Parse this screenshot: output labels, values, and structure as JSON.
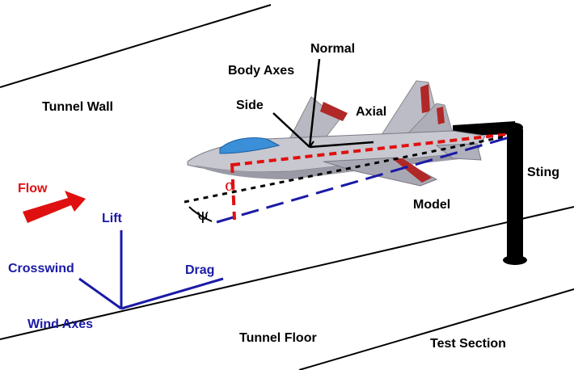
{
  "labels": {
    "tunnel_wall": "Tunnel  Wall",
    "tunnel_floor": "Tunnel  Floor",
    "test_section": "Test  Section",
    "flow": "Flow",
    "lift": "Lift",
    "crosswind": "Crosswind",
    "drag": "Drag",
    "wind_axes": "Wind  Axes",
    "normal": "Normal",
    "body_axes": "Body Axes",
    "side": "Side",
    "axial": "Axial",
    "sting": "Sting",
    "model": "Model",
    "alpha": "α",
    "psi": "ψ"
  },
  "colors": {
    "background": "#ffffff",
    "lines": "#000000",
    "wind_axes": "#1a1aa6",
    "flow_arrow": "#e01010",
    "alpha_line": "#e01010",
    "aircraft_body": "#c8c8d0",
    "canopy": "#3a8fd8",
    "wing_stripes": "#b02828"
  }
}
